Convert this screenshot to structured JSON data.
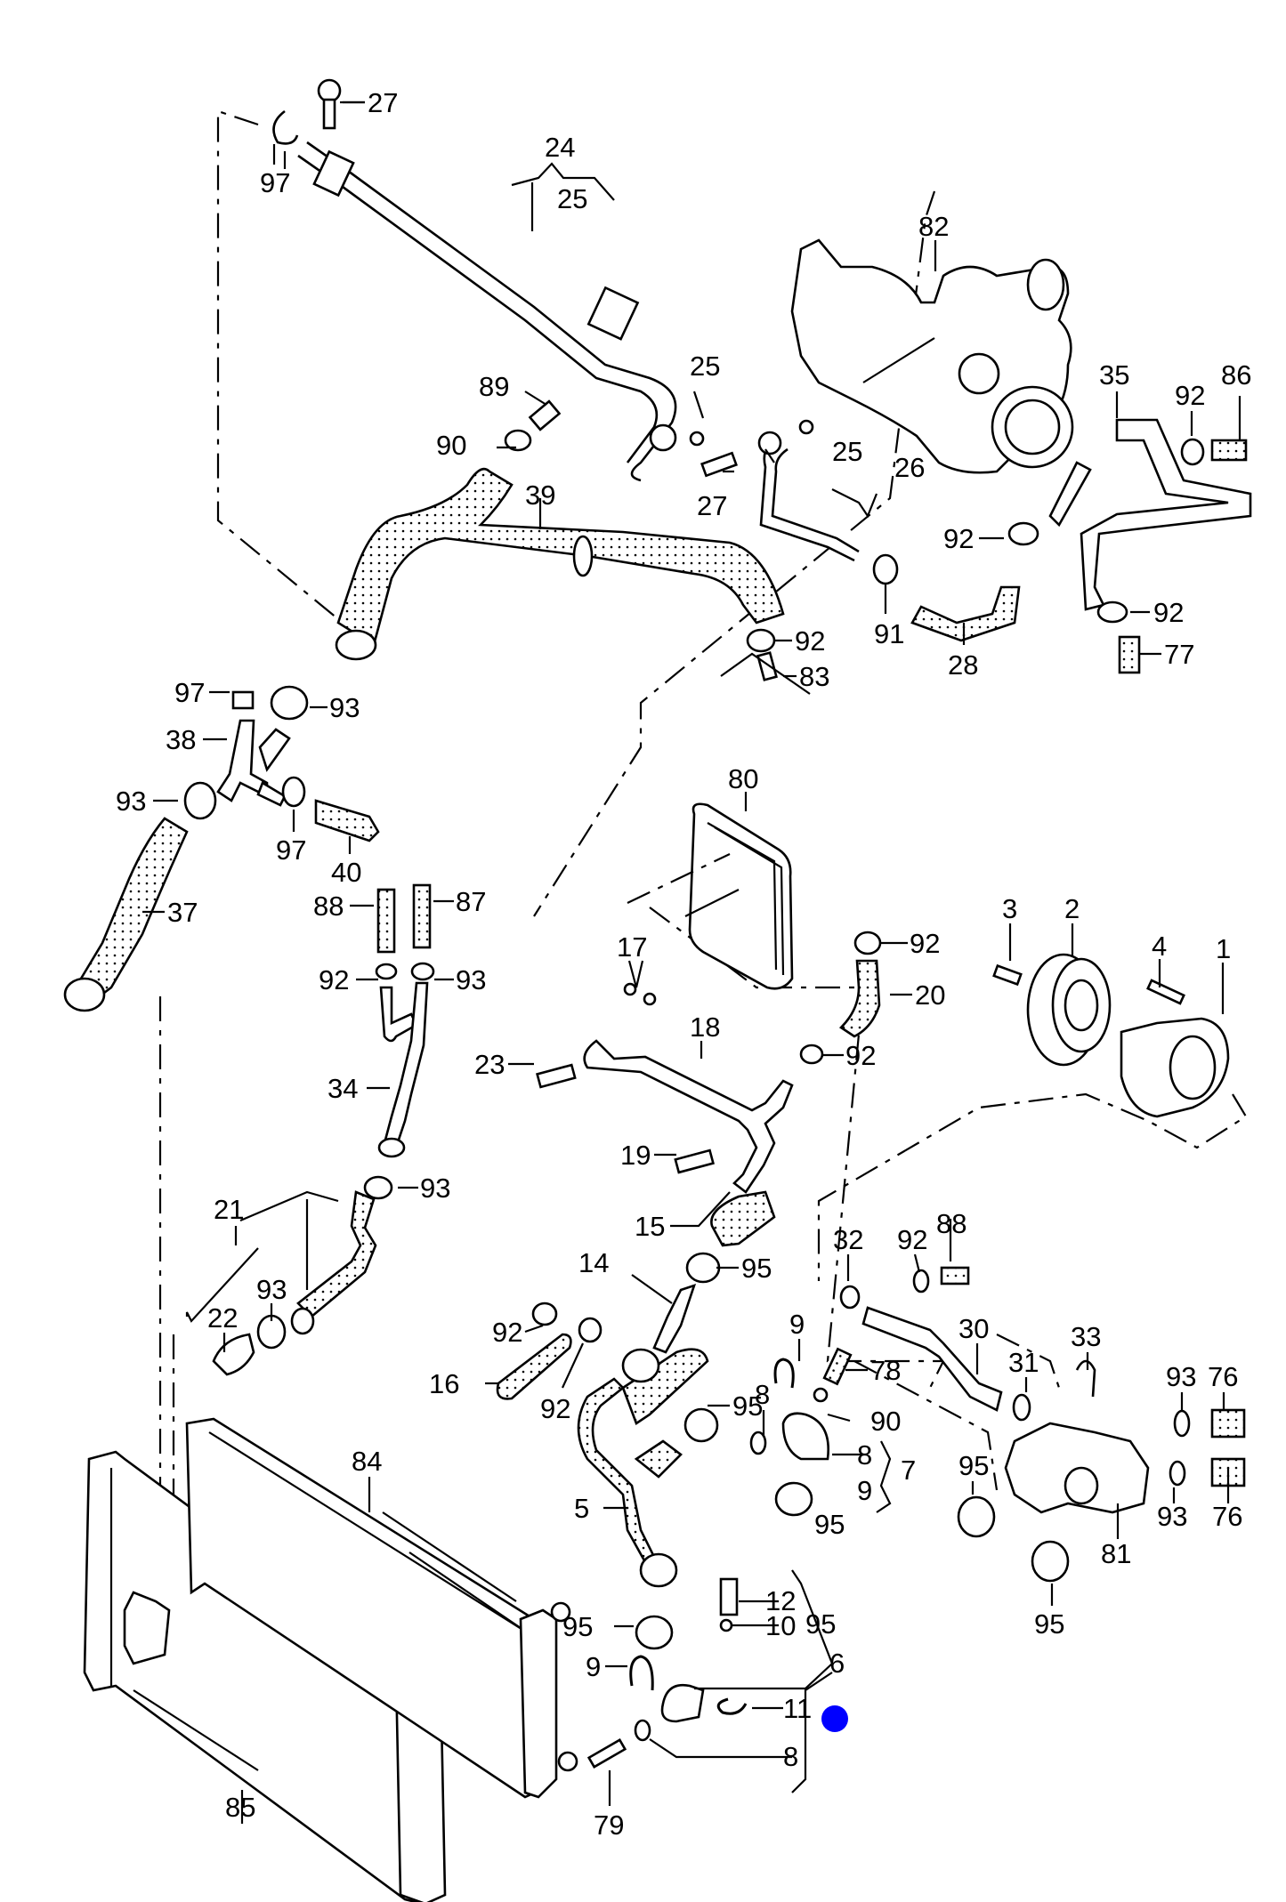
{
  "diagram": {
    "title": "Cooling system exploded parts diagram",
    "marker_color": "#0000ff",
    "callouts": [
      {
        "id": "c27a",
        "label": "27"
      },
      {
        "id": "c97a",
        "label": "97"
      },
      {
        "id": "c24",
        "label": "24"
      },
      {
        "id": "c25a",
        "label": "25"
      },
      {
        "id": "c82",
        "label": "82"
      },
      {
        "id": "c25b",
        "label": "25"
      },
      {
        "id": "c25c",
        "label": "25"
      },
      {
        "id": "c26",
        "label": "26"
      },
      {
        "id": "c27b",
        "label": "27"
      },
      {
        "id": "c89",
        "label": "89"
      },
      {
        "id": "c90a",
        "label": "90"
      },
      {
        "id": "c35",
        "label": "35"
      },
      {
        "id": "c92a",
        "label": "92"
      },
      {
        "id": "c86",
        "label": "86"
      },
      {
        "id": "c39",
        "label": "39"
      },
      {
        "id": "c92b",
        "label": "92"
      },
      {
        "id": "c91",
        "label": "91"
      },
      {
        "id": "c28",
        "label": "28"
      },
      {
        "id": "c92c",
        "label": "92"
      },
      {
        "id": "c77",
        "label": "77"
      },
      {
        "id": "c92d",
        "label": "92"
      },
      {
        "id": "c83",
        "label": "83"
      },
      {
        "id": "c97b",
        "label": "97"
      },
      {
        "id": "c93a",
        "label": "93"
      },
      {
        "id": "c38",
        "label": "38"
      },
      {
        "id": "c93b",
        "label": "93"
      },
      {
        "id": "c97c",
        "label": "97"
      },
      {
        "id": "c40",
        "label": "40"
      },
      {
        "id": "c80",
        "label": "80"
      },
      {
        "id": "c37",
        "label": "37"
      },
      {
        "id": "c88a",
        "label": "88"
      },
      {
        "id": "c87",
        "label": "87"
      },
      {
        "id": "c92e",
        "label": "92"
      },
      {
        "id": "c93c",
        "label": "93"
      },
      {
        "id": "c17",
        "label": "17"
      },
      {
        "id": "c92f",
        "label": "92"
      },
      {
        "id": "c3",
        "label": "3"
      },
      {
        "id": "c2",
        "label": "2"
      },
      {
        "id": "c4",
        "label": "4"
      },
      {
        "id": "c1",
        "label": "1"
      },
      {
        "id": "c20",
        "label": "20"
      },
      {
        "id": "c18",
        "label": "18"
      },
      {
        "id": "c23",
        "label": "23"
      },
      {
        "id": "c92g",
        "label": "92"
      },
      {
        "id": "c34",
        "label": "34"
      },
      {
        "id": "c19",
        "label": "19"
      },
      {
        "id": "c93d",
        "label": "93"
      },
      {
        "id": "c15",
        "label": "15"
      },
      {
        "id": "c21",
        "label": "21"
      },
      {
        "id": "c14",
        "label": "14"
      },
      {
        "id": "c95a",
        "label": "95"
      },
      {
        "id": "c32",
        "label": "32"
      },
      {
        "id": "c92h",
        "label": "92"
      },
      {
        "id": "c88b",
        "label": "88"
      },
      {
        "id": "c93e",
        "label": "93"
      },
      {
        "id": "c22",
        "label": "22"
      },
      {
        "id": "c92i",
        "label": "92"
      },
      {
        "id": "c30",
        "label": "30"
      },
      {
        "id": "c16",
        "label": "16"
      },
      {
        "id": "c92j",
        "label": "92"
      },
      {
        "id": "c95b",
        "label": "95"
      },
      {
        "id": "c9a",
        "label": "9"
      },
      {
        "id": "c78",
        "label": "78"
      },
      {
        "id": "c33",
        "label": "33"
      },
      {
        "id": "c31",
        "label": "31"
      },
      {
        "id": "c93f",
        "label": "93"
      },
      {
        "id": "c76a",
        "label": "76"
      },
      {
        "id": "c90b",
        "label": "90"
      },
      {
        "id": "c84",
        "label": "84"
      },
      {
        "id": "c8a",
        "label": "8"
      },
      {
        "id": "c8b",
        "label": "8"
      },
      {
        "id": "c7",
        "label": "7"
      },
      {
        "id": "c9b",
        "label": "9"
      },
      {
        "id": "c95c",
        "label": "95"
      },
      {
        "id": "c5",
        "label": "5"
      },
      {
        "id": "c95d",
        "label": "95"
      },
      {
        "id": "c93g",
        "label": "93"
      },
      {
        "id": "c76b",
        "label": "76"
      },
      {
        "id": "c81",
        "label": "81"
      },
      {
        "id": "c95e",
        "label": "95"
      },
      {
        "id": "c12",
        "label": "12"
      },
      {
        "id": "c95f",
        "label": "95"
      },
      {
        "id": "c10",
        "label": "10"
      },
      {
        "id": "c95g",
        "label": "95"
      },
      {
        "id": "c9c",
        "label": "9"
      },
      {
        "id": "c6",
        "label": "6"
      },
      {
        "id": "c11",
        "label": "11"
      },
      {
        "id": "c8c",
        "label": "8"
      },
      {
        "id": "c85",
        "label": "85"
      },
      {
        "id": "c79",
        "label": "79"
      }
    ]
  }
}
